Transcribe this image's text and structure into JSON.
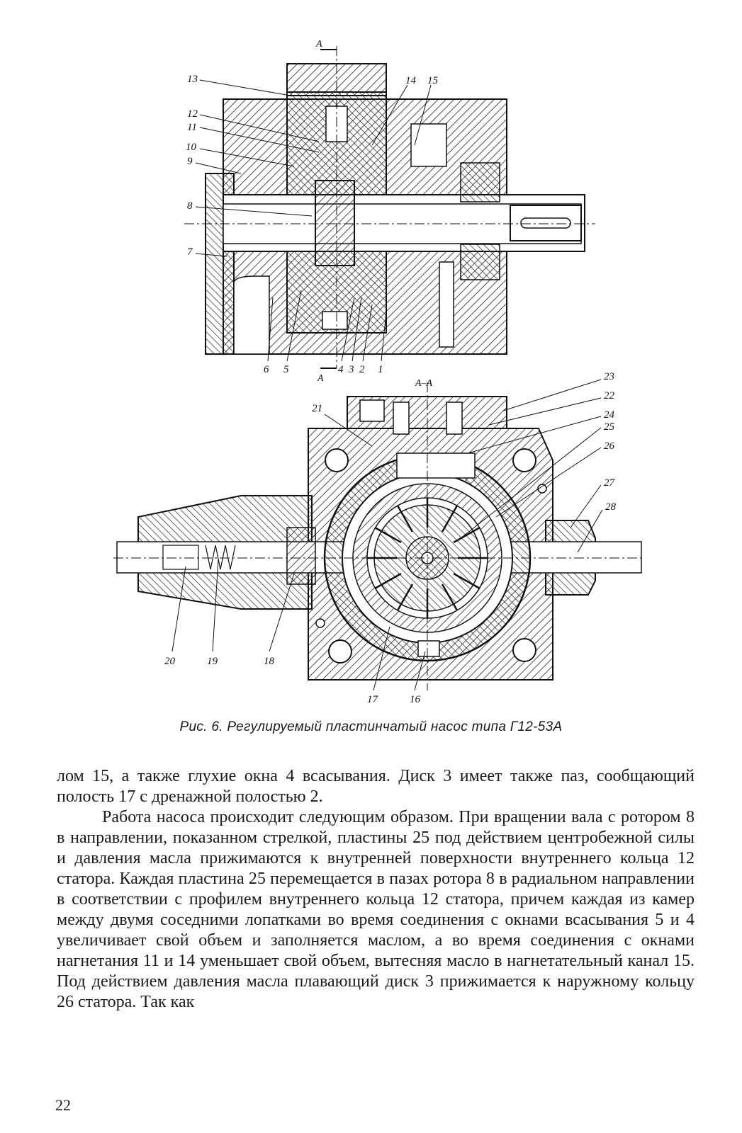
{
  "figure": {
    "caption": "Рис. 6. Регулируемый пластинчатый насос типа Г12-53А",
    "section_labels": [
      "А",
      "А",
      "А–А"
    ],
    "top_view_labels": [
      "13",
      "12",
      "11",
      "10",
      "9",
      "8",
      "7",
      "14",
      "15",
      "6",
      "5",
      "4",
      "3",
      "2",
      "1"
    ],
    "bottom_view_labels": [
      "21",
      "23",
      "22",
      "24",
      "25",
      "26",
      "27",
      "28",
      "20",
      "19",
      "18",
      "17",
      "16"
    ]
  },
  "text": {
    "paragraph_1": "лом 15, а также глухие окна 4 всасывания. Диск 3 имеет также паз, сообщающий полость 17 с дренажной полостью 2.",
    "paragraph_2": "Работа насоса происходит следующим образом. При вращении вала с ротором 8 в направлении, показанном стрелкой, пластины 25 под действием центробежной силы и давления масла прижимаются к внутренней поверхности внутреннего кольца 12 статора. Каждая пластина 25 перемещается в пазах ротора 8 в радиальном направлении в соответствии с профилем внутреннего кольца 12 статора, причем каждая из камер между двумя соседними лопатками во время соединения с окнами всасывания 5 и 4 увеличивает свой объем и заполняется маслом, а во время соединения с окнами нагнетания 11 и 14 уменьшает свой объем, вытесняя масло в нагнетательный канал 15. Под действием давления масла плавающий диск 3 прижимается к наружному кольцу 26 статора. Так как"
  },
  "page_number": "22"
}
